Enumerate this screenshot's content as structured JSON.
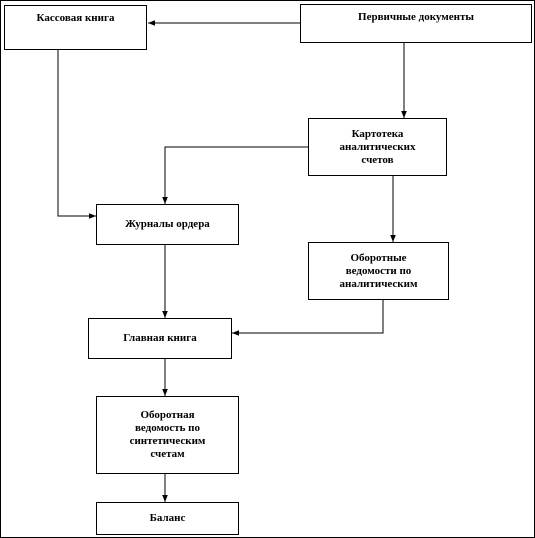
{
  "diagram": {
    "nodes": {
      "cash_book": {
        "lines": [
          "Кассовая книга"
        ]
      },
      "primary_documents": {
        "lines": [
          "Первичные документы"
        ]
      },
      "analytic_card_file": {
        "lines": [
          "Картотека",
          "аналитических",
          "счетов"
        ]
      },
      "order_journals": {
        "lines": [
          "Журналы ордера"
        ]
      },
      "analytic_turnover": {
        "lines": [
          "Оборотные",
          "ведомости по",
          "аналитическим"
        ]
      },
      "general_ledger": {
        "lines": [
          "Главная книга"
        ]
      },
      "synthetic_turnover": {
        "lines": [
          "Оборотная",
          "ведомость по",
          "синтетическим",
          "счетам"
        ]
      },
      "balance": {
        "lines": [
          "Баланс"
        ]
      }
    }
  }
}
